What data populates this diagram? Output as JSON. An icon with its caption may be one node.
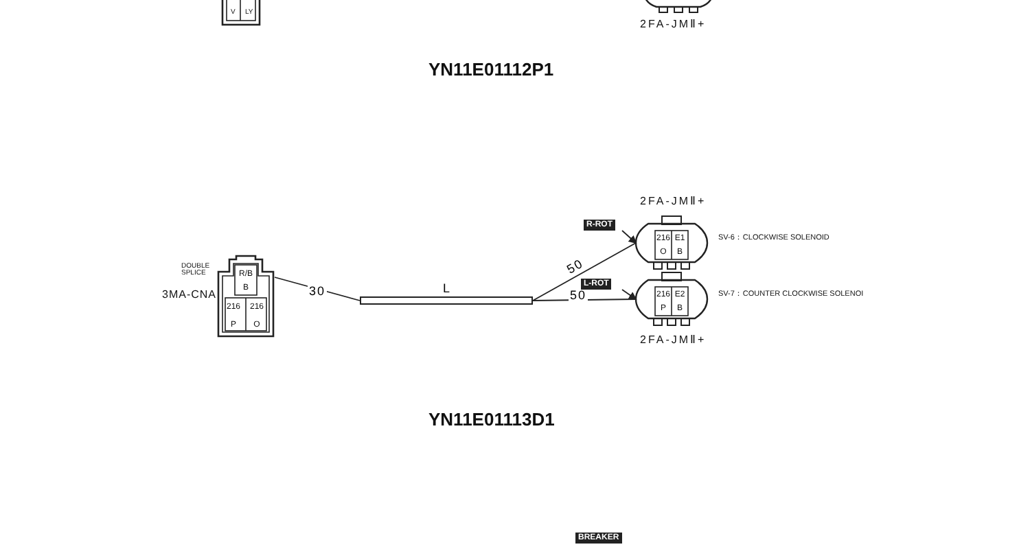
{
  "diagram": {
    "nodes": [
      {
        "text": [
          "R/B",
          "B",
          "216",
          "216",
          "P",
          "O"
        ],
        "beside": [
          "3MA-CNA",
          "DOUBLE SPLICE"
        ]
      },
      {
        "text": [
          "L"
        ]
      },
      {
        "text": [
          "216",
          "E1",
          "O",
          "B"
        ],
        "beside": [
          "SV-6：CLOCKWISE SOLENOID"
        ]
      },
      {
        "text": [
          "R-ROT"
        ]
      },
      {
        "text": [
          "216",
          "E2",
          "P",
          "B"
        ],
        "beside": [
          "SV-7：COUNTER CLOCKWISE SOLENOI"
        ]
      },
      {
        "text": [
          "L-ROT"
        ]
      }
    ],
    "edges": [
      {
        "from": 0,
        "to": 1,
        "arrow": "none",
        "label": "30"
      },
      {
        "from": 1,
        "to": 2,
        "arrow": "none",
        "label": "50"
      },
      {
        "from": 1,
        "to": 4,
        "arrow": "none",
        "label": "50"
      },
      {
        "from": 3,
        "to": 2,
        "arrow": "to"
      },
      {
        "from": 5,
        "to": 4,
        "arrow": "to"
      }
    ],
    "labels": [
      "V",
      "LY",
      "2FA-JMⅡ+",
      "YN11E01112P1",
      "2FA-JMⅡ+",
      "2FA-JMⅡ+",
      "YN11E01113D1",
      "BREAKER"
    ]
  }
}
